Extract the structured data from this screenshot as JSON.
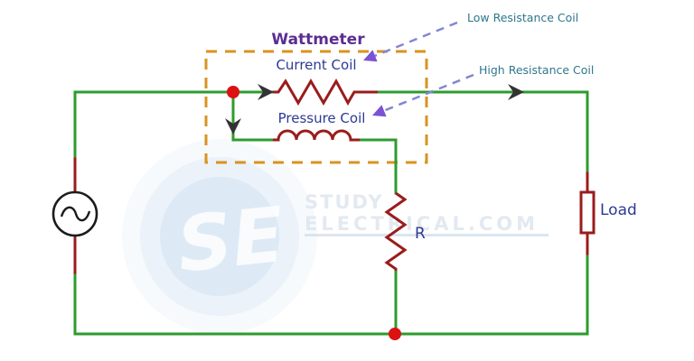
{
  "title": "Wattmeter",
  "labels": {
    "current_coil": "Current Coil",
    "pressure_coil": "Pressure Coil",
    "low_resistance_coil": "Low Resistance Coil",
    "high_resistance_coil": "High Resistance Coil",
    "resistor": "R",
    "load": "Load"
  },
  "watermark": {
    "logo_text": "SE",
    "line1": "STUDY",
    "line2": "ELECTRICAL.COM"
  },
  "colors": {
    "wire": "#2e9b2e",
    "component": "#9a1c1c",
    "junction": "#dd1111",
    "box": "#d9931f",
    "title": "#5c2d91",
    "label": "#2c3a94",
    "annotation": "#2f768c",
    "arrow_line": "#8286d2",
    "arrow_head": "#7b52d3",
    "wire_arrow": "#333333",
    "watermark": "#dfe6ef",
    "source_outline": "#1c1c1c"
  }
}
